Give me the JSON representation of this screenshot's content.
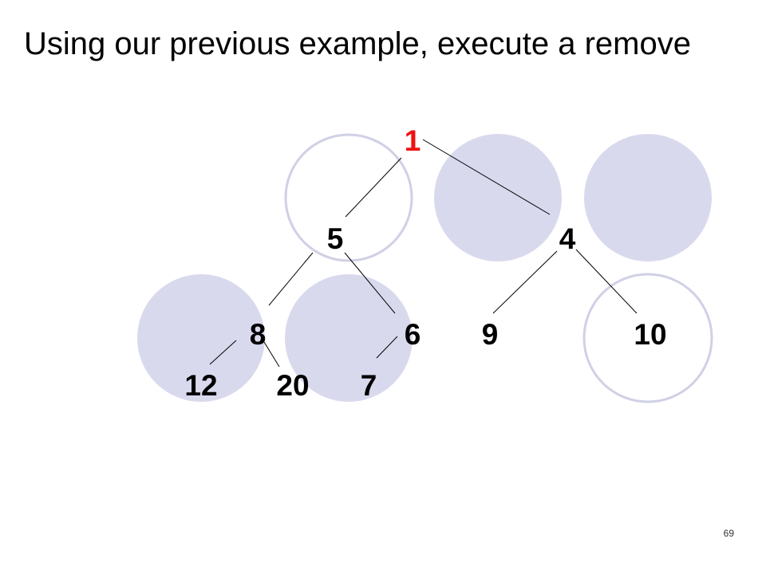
{
  "slide": {
    "title": "Using our previous example, execute a remove",
    "page_number": "69"
  },
  "colors": {
    "filled_circle": "#d9d9ee",
    "outline_circle": "#d0d0e6",
    "edge": "#000000",
    "label": "#000000",
    "highlight": "#ee1111"
  },
  "tree": {
    "nodes": [
      {
        "id": "n1",
        "label": "1",
        "highlight": true
      },
      {
        "id": "n5",
        "label": "5"
      },
      {
        "id": "n4",
        "label": "4"
      },
      {
        "id": "n8",
        "label": "8"
      },
      {
        "id": "n6",
        "label": "6"
      },
      {
        "id": "n9",
        "label": "9"
      },
      {
        "id": "n10",
        "label": "10"
      },
      {
        "id": "n12",
        "label": "12"
      },
      {
        "id": "n20",
        "label": "20"
      },
      {
        "id": "n7",
        "label": "7"
      }
    ],
    "edges": [
      {
        "from": "n1",
        "to": "n5"
      },
      {
        "from": "n1",
        "to": "n4"
      },
      {
        "from": "n5",
        "to": "n8"
      },
      {
        "from": "n5",
        "to": "n6"
      },
      {
        "from": "n4",
        "to": "n9"
      },
      {
        "from": "n4",
        "to": "n10"
      },
      {
        "from": "n8",
        "to": "n12"
      },
      {
        "from": "n8",
        "to": "n20"
      },
      {
        "from": "n6",
        "to": "n7"
      }
    ]
  },
  "decorations": {
    "circles": [
      {
        "style": "outline"
      },
      {
        "style": "filled"
      },
      {
        "style": "filled"
      },
      {
        "style": "filled"
      },
      {
        "style": "filled"
      },
      {
        "style": "outline"
      }
    ]
  }
}
